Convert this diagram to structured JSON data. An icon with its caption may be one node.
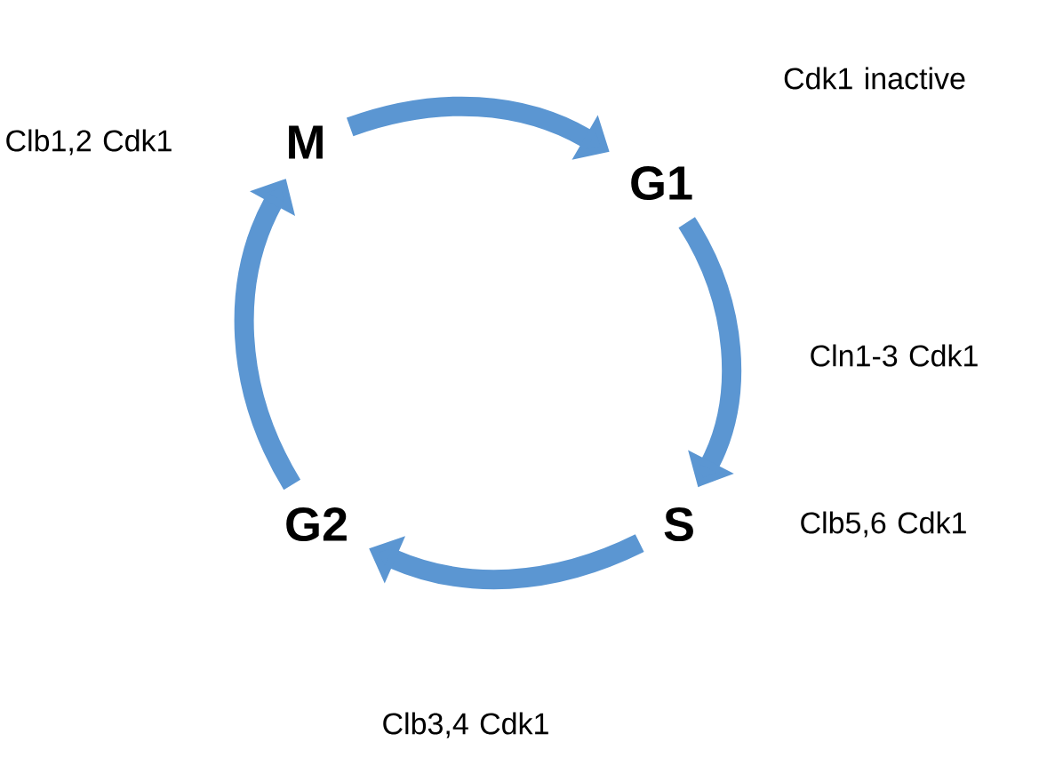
{
  "diagram": {
    "nodes": [
      {
        "text": [
          "M"
        ],
        "beside": [
          "Clb1,2 Cdk1"
        ]
      },
      {
        "text": [
          "G1"
        ],
        "beside": [
          "Cdk1 inactive"
        ]
      },
      {
        "text": [
          "S"
        ],
        "beside": [
          "Clb5,6 Cdk1"
        ]
      },
      {
        "text": [
          "G2"
        ]
      }
    ],
    "edges": [
      {
        "from": 0,
        "to": 1,
        "arrow": "to"
      },
      {
        "from": 1,
        "to": 2,
        "arrow": "to",
        "label": "Cln1-3 Cdk1"
      },
      {
        "from": 2,
        "to": 3,
        "arrow": "to",
        "label": "Clb3,4 Cdk1"
      },
      {
        "from": 3,
        "to": 0,
        "arrow": "to"
      }
    ]
  }
}
